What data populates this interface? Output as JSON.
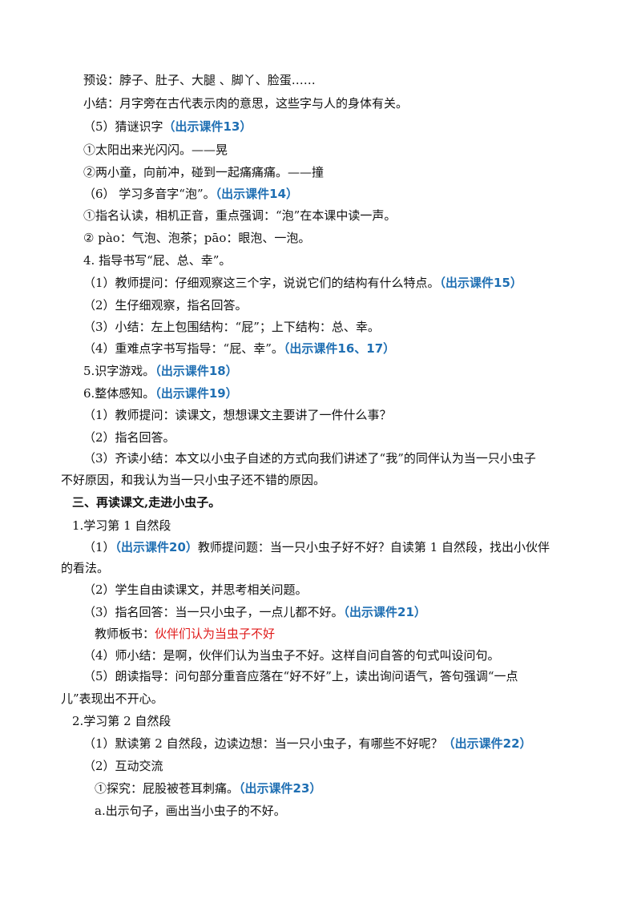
{
  "lines": [
    {
      "t": "预设：脖子、肚子、大腿 、脚丫、脸蛋……"
    },
    {
      "t": "小结：月字旁在古代表示肉的意思，这些字与人的身体有关。"
    },
    {
      "t": "（5）猜谜识字",
      "b": "（出示课件13）"
    },
    {
      "t": "①太阳出来光闪闪。——晃"
    },
    {
      "t": "②两小童，向前冲，碰到一起痛痛痛。——撞"
    },
    {
      "t": "（6） 学习多音字“泡”。",
      "b": "（出示课件14）"
    },
    {
      "t": "①指名认读，相机正音，重点强调：“泡”在本课中读一声。"
    },
    {
      "t": "② pào：气泡、泡茶；pāo：眼泡、一泡。"
    },
    {
      "t": "4. 指导书写“屁、总、幸”。"
    },
    {
      "t": "（1）教师提问：仔细观察这三个字，说说它们的结构有什么特点。",
      "b": "（出示课件15）"
    },
    {
      "t": "（2）生仔细观察，指名回答。"
    },
    {
      "t": "（3）小结：左上包围结构：“屁”；上下结构：总、幸。"
    },
    {
      "t": "（4）重难点字书写指导：“屁、幸”。",
      "b": "（出示课件16、17）"
    },
    {
      "t": "5.识字游戏。",
      "b": "（出示课件18）"
    },
    {
      "t": "6.整体感知。",
      "b": "（出示课件19）"
    },
    {
      "t": "（1）教师提问：读课文，想想课文主要讲了一件什么事？"
    },
    {
      "t": "（2）指名回答。"
    },
    {
      "t": "（3）齐读小结：本文以小虫子自述的方式向我们讲述了“我”的同伴认为当一只小虫子"
    },
    {
      "t": "不好原因，和我认为当一只小虫子还不错的原因。"
    },
    {
      "t": "三、再读课文,走进小虫子。"
    },
    {
      "t": "1.学习第 1 自然段"
    },
    {
      "t": "（1）",
      "b": "（出示课件20）",
      "t2": "教师提问题：当一只小虫子好不好？自读第 1 自然段，找出小伙伴"
    },
    {
      "t": "的看法。"
    },
    {
      "t": "（2）学生自由读课文，并思考相关问题。"
    },
    {
      "t": "（3）指名回答：当一只小虫子，一点儿都不好。",
      "b": "（出示课件21）"
    },
    {
      "t": "教师板书：",
      "r": "伙伴们认为当虫子不好"
    },
    {
      "t": "（4）师小结：是啊，伙伴们认为当虫子不好。这样自问自答的句式叫设问句。"
    },
    {
      "t": "（5）朗读指导：问句部分重音应落在“好不好”上，读出询问语气，答句强调“一点"
    },
    {
      "t": "儿”表现出不开心。"
    },
    {
      "t": "2.学习第 2 自然段"
    },
    {
      "t": "（1）默读第 2 自然段，边读边想：当一只小虫子，有哪些不好呢？",
      "b": "（出示课件22）"
    },
    {
      "t": "（2）互动交流"
    },
    {
      "t": "①探究：屁股被苍耳刺痛。",
      "b": "（出示课件23）"
    },
    {
      "t": "a.出示句子，画出当小虫子的不好。"
    }
  ]
}
